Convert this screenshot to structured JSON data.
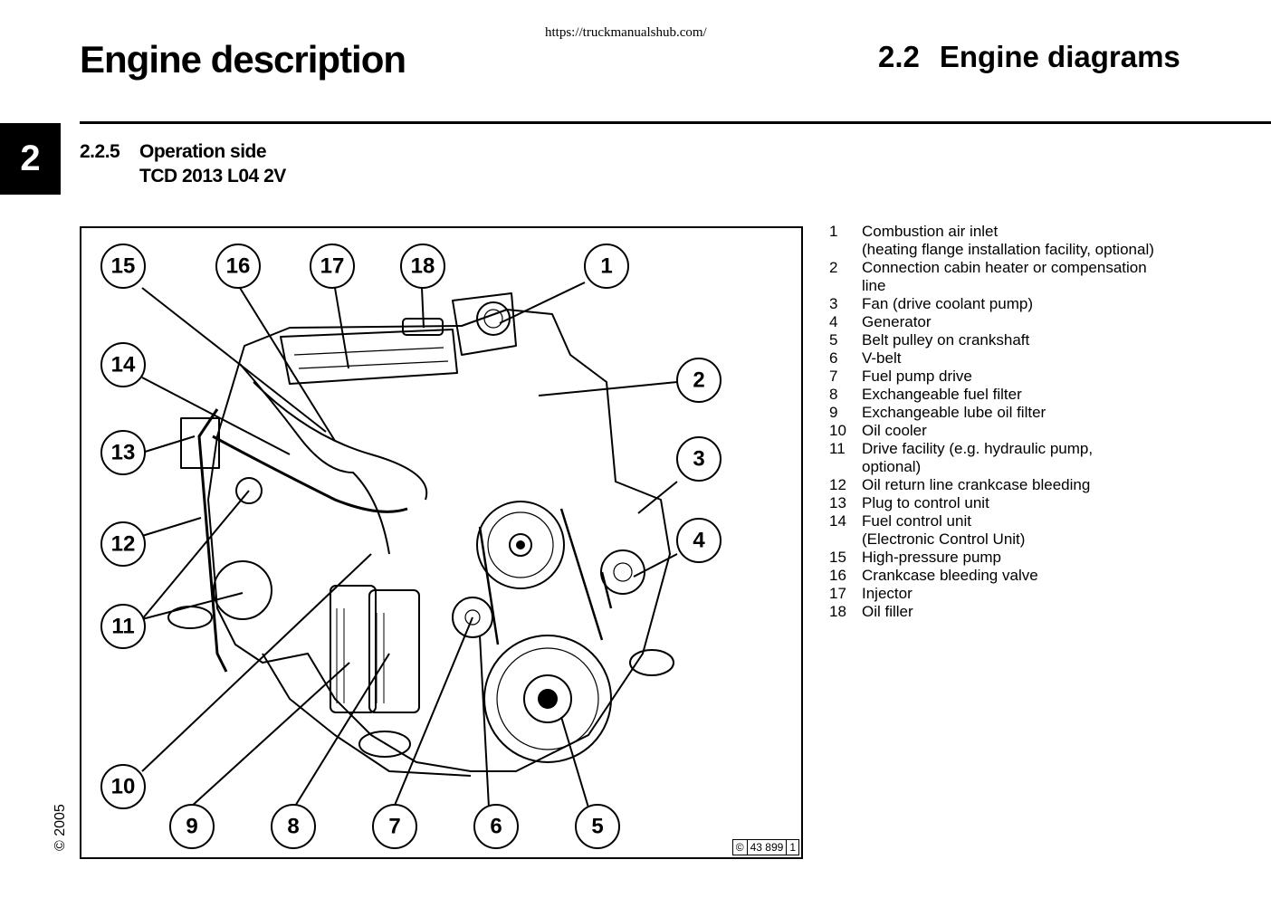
{
  "header": {
    "url": "https://truckmanualshub.com/",
    "main_title": "Engine description",
    "section_number": "2.2",
    "section_title": "Engine diagrams"
  },
  "chapter_tab": "2",
  "subsection": {
    "number": "2.2.5",
    "title": "Operation side",
    "model": "TCD 2013 L04 2V"
  },
  "figure": {
    "callouts": [
      "15",
      "16",
      "17",
      "18",
      "1",
      "14",
      "2",
      "13",
      "3",
      "12",
      "4",
      "11",
      "10",
      "9",
      "8",
      "7",
      "6",
      "5"
    ],
    "code": {
      "symbol": "©",
      "number": "43 899",
      "index": "1"
    }
  },
  "legend": [
    {
      "num": "1",
      "text": "Combustion air inlet",
      "sub": "(heating flange installation facility, optional)"
    },
    {
      "num": "2",
      "text": "Connection cabin heater or compensation",
      "sub": "line"
    },
    {
      "num": "3",
      "text": "Fan (drive coolant pump)"
    },
    {
      "num": "4",
      "text": "Generator"
    },
    {
      "num": "5",
      "text": "Belt pulley on crankshaft"
    },
    {
      "num": "6",
      "text": "V-belt"
    },
    {
      "num": "7",
      "text": "Fuel pump drive"
    },
    {
      "num": "8",
      "text": "Exchangeable fuel filter"
    },
    {
      "num": "9",
      "text": "Exchangeable lube oil filter"
    },
    {
      "num": "10",
      "text": "Oil cooler"
    },
    {
      "num": "11",
      "text": "Drive facility (e.g. hydraulic pump,",
      "sub": "optional)"
    },
    {
      "num": "12",
      "text": "Oil return line crankcase bleeding"
    },
    {
      "num": "13",
      "text": "Plug to control unit"
    },
    {
      "num": "14",
      "text": "Fuel control unit",
      "sub": "(Electronic Control Unit)"
    },
    {
      "num": "15",
      "text": "High-pressure pump"
    },
    {
      "num": "16",
      "text": "Crankcase bleeding valve"
    },
    {
      "num": "17",
      "text": "Injector"
    },
    {
      "num": "18",
      "text": "Oil filler"
    }
  ],
  "footer": {
    "copyright": "© 2005"
  }
}
